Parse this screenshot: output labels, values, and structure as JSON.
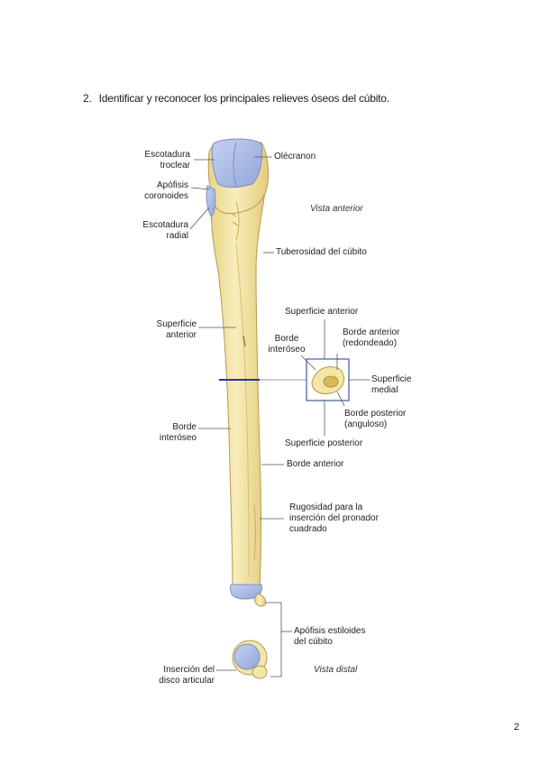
{
  "instruction": {
    "number": "2.",
    "text": "Identificar y reconocer los principales relieves óseos del cúbito."
  },
  "labels": {
    "escotadura_troclear": [
      "Escotadura",
      "troclear"
    ],
    "apofisis_coronoides": [
      "Apófisis",
      "coronoides"
    ],
    "escotadura_radial": [
      "Escotadura",
      "radial"
    ],
    "olecranon": "Olécranon",
    "vista_anterior": "Vista anterior",
    "tuberosidad": "Tuberosidad del cúbito",
    "superficie_anterior_left": [
      "Superficie",
      "anterior"
    ],
    "borde_interoseo_left": [
      "Borde",
      "interóseo"
    ],
    "borde_anterior_right": "Borde anterior",
    "rugosidad": [
      "Rugosidad para la",
      "inserción del pronador",
      "cuadrado"
    ],
    "apofisis_estiloides": [
      "Apófisis estiloides",
      "del cúbito"
    ],
    "insercion_disco": [
      "Inserción del",
      "disco articular"
    ],
    "vista_distal": "Vista distal",
    "cross_section": {
      "superficie_anterior": "Superficie anterior",
      "borde_anterior": [
        "Borde anterior",
        "(redondeado)"
      ],
      "borde_interoseo": [
        "Borde",
        "interóseo"
      ],
      "superficie_medial": [
        "Superficie",
        "medial"
      ],
      "borde_posterior": [
        "Borde posterior",
        "(anguloso)"
      ],
      "superficie_posterior": "Superficie posterior"
    }
  },
  "page_number": "2",
  "colors": {
    "bone": "#f3e6a6",
    "bone_edge": "#b59a4e",
    "cartilage": "#aebde6",
    "cartilage_edge": "#7d8fc4",
    "section_line": "#223a8c",
    "leader": "#555555"
  }
}
